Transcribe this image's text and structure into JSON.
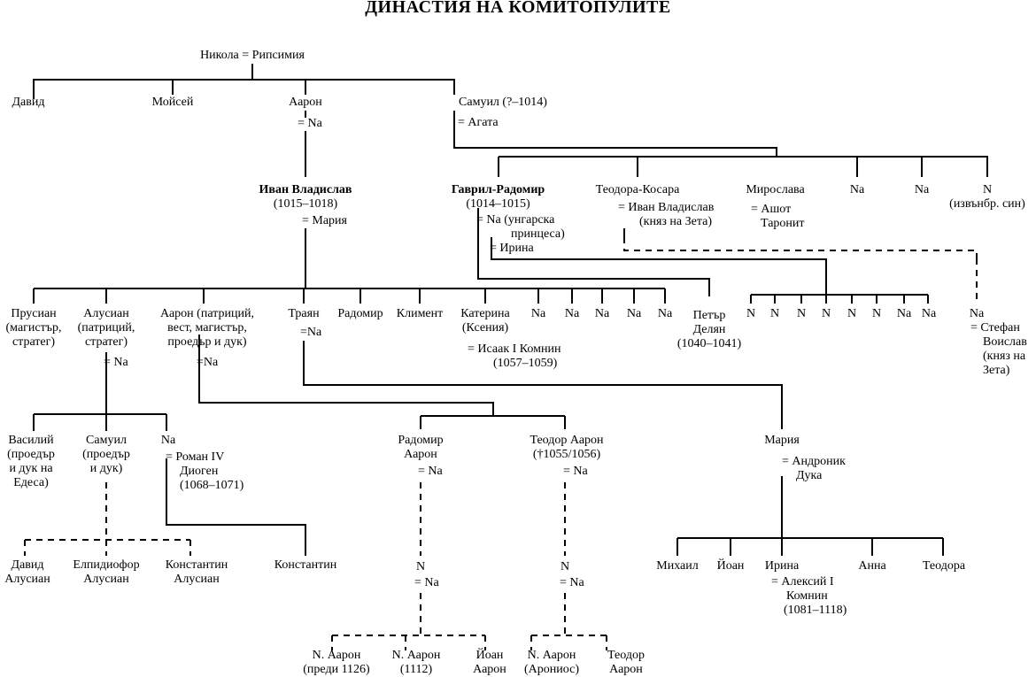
{
  "title": "ДИНАСТИЯ НА КОМИТОПУЛИТЕ",
  "people": {
    "root": "Никола = Рипсимия",
    "david1": "Давид",
    "moisey": "Мойсей",
    "aaron1": "Аарон",
    "samuil": "Самуил (?–1014)",
    "aaron1_sp": "= Na",
    "samuil_sp": "= Агата",
    "ivan_name": "Иван Владислав",
    "ivan_years": "(1015–1018)",
    "ivan_sp": "= Мария",
    "gavril_name": "Гаврил-Радомир",
    "gavril_years": "(1014–1015)",
    "gavril_sp1a": "= Na (унгарска",
    "gavril_sp1b": "принцеса)",
    "gavril_sp2": "= Ирина",
    "teodora_kosara": "Теодора-Косара",
    "teodora_sp1": "= Иван Владислав",
    "teodora_sp2": "(княз на Зета)",
    "miroslava": "Мирослава",
    "miroslava_sp1": "= Ашот",
    "miroslava_sp2": "Таронит",
    "na_s1": "Na",
    "na_s2": "Na",
    "n_s3": "N",
    "n_s3_note": "(извънбр. син)",
    "prusian1": "Прусиан",
    "prusian2": "(магистър,",
    "prusian3": "стратег)",
    "alusian1": "Алусиан",
    "alusian2": "(патриций,",
    "alusian3": "стратег)",
    "alusian_sp": "= Na",
    "aaron2_1": "Аарон (патриций,",
    "aaron2_2": "вест, магистър,",
    "aaron2_3": "проедър и дук)",
    "aaron2_sp": "=Na",
    "trayan": "Траян",
    "trayan_sp": "=Na",
    "radomir": "Радомир",
    "kliment": "Климент",
    "katerina1": "Катерина",
    "katerina2": "(Ксения)",
    "katerina_sp1": "= Исаак I Комнин",
    "katerina_sp2": "(1057–1059)",
    "na_k1": "Na",
    "na_k2": "Na",
    "na_k3": "Na",
    "na_k4": "Na",
    "na_k5": "Na",
    "petar1": "Петър",
    "petar2": "Делян",
    "petar3": "(1040–1041)",
    "g_n1": "N",
    "g_n2": "N",
    "g_n3": "N",
    "g_n4": "N",
    "g_n5": "N",
    "g_n6": "N",
    "g_na1": "Na",
    "g_na2": "Na",
    "kos_na": "Na",
    "stefan1": "= Стефан",
    "stefan2": "Воислав",
    "stefan3": "(княз на",
    "stefan4": "Зета)",
    "vasiliy1": "Василий",
    "vasiliy2": "(проедър",
    "vasiliy3": "и дук на",
    "vasiliy4": "Едеса)",
    "samuil2_1": "Самуил",
    "samuil2_2": "(проедър",
    "samuil2_3": "и дук)",
    "na_al": "Na",
    "roman1": "= Роман IV",
    "roman2": "Диоген",
    "roman3": "(1068–1071)",
    "konstantin": "Константин",
    "radomir_a1": "Радомир",
    "radomir_a2": "Аарон",
    "radomir_a_sp": "= Na",
    "teodor_a1": "Теодор Аарон",
    "teodor_a2": "(†1055/1056)",
    "teodor_a_sp": "= Na",
    "mariya": "Мария",
    "mariya_sp1": "= Андроник",
    "mariya_sp2": "Дука",
    "david2_1": "Давид",
    "david2_2": "Алусиан",
    "elpidiofor1": "Елпидиофор",
    "elpidiofor2": "Алусиан",
    "konstantin2_1": "Константин",
    "konstantin2_2": "Алусиан",
    "n_r": "N",
    "n_r_sp": "= Na",
    "n_t": "N",
    "n_t_sp": "= Na",
    "mihail": "Михаил",
    "yoan": "Йоан",
    "irina": "Ирина",
    "irina_sp1": "= Алексий I",
    "irina_sp2": "Комнин",
    "irina_sp3": "(1081–1118)",
    "anna": "Анна",
    "teodora2": "Теодора",
    "naaron1_1": "N. Аарон",
    "naaron1_2": "(преди 1126)",
    "naaron2_1": "N. Аарон",
    "naaron2_2": "(1112)",
    "yoan_a1": "Йоан",
    "yoan_a2": "Аарон",
    "naaron3_1": "N. Аарон",
    "naaron3_2": "(Арониос)",
    "teodor_b1": "Теодор",
    "teodor_b2": "Аарон"
  }
}
